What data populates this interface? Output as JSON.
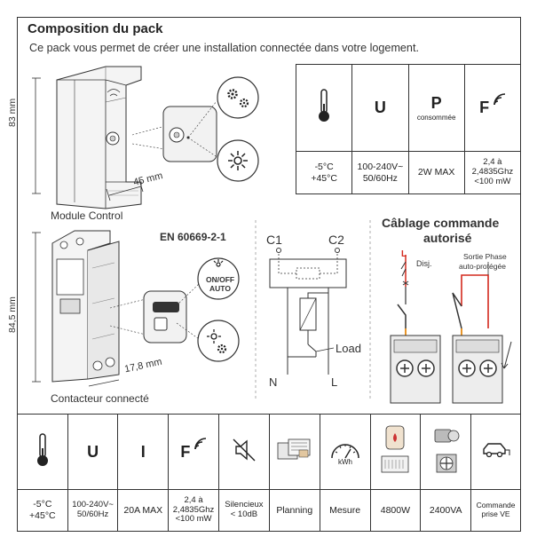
{
  "title": "Composition du pack",
  "subtitle": "Ce pack vous permet de créer une installation connectée dans votre logement.",
  "module": {
    "height_label": "83 mm",
    "depth_label": "45 mm",
    "caption": "Module Control"
  },
  "contactor": {
    "height_label": "84,5 mm",
    "depth_label": "17,8 mm",
    "caption": "Contacteur connecté",
    "onoff_line1": "ON/OFF",
    "onoff_line2": "AUTO"
  },
  "norm": "EN 60669-2-1",
  "circuit": {
    "c1": "C1",
    "c2": "C2",
    "load": "Load",
    "n": "N",
    "l": "L"
  },
  "wiring": {
    "title_line1": "Câblage commande",
    "title_line2": "autorisé",
    "l_label": "L",
    "disj_label": "Disj.",
    "phase_line1": "Sortie Phase",
    "phase_line2": "auto-protégée"
  },
  "top_table": {
    "headers": [
      {
        "icon": "thermometer-icon",
        "text": ""
      },
      {
        "icon": "",
        "text": "U"
      },
      {
        "icon": "",
        "text": "P",
        "sub": "consommée"
      },
      {
        "icon": "wifi-icon",
        "text": "F"
      }
    ],
    "values": [
      "-5°C\n+45°C",
      "100-240V~\n50/60Hz",
      "2W MAX",
      "2,4 à\n2,4835Ghz\n<100 mW"
    ]
  },
  "bottom_table": {
    "headers": [
      {
        "icon": "thermometer-icon",
        "text": ""
      },
      {
        "icon": "",
        "text": "U"
      },
      {
        "icon": "",
        "text": "I"
      },
      {
        "icon": "wifi-icon",
        "text": "F"
      },
      {
        "icon": "mute-icon",
        "text": ""
      },
      {
        "icon": "planning-icon",
        "text": ""
      },
      {
        "icon": "meter-icon",
        "text": "kWh"
      },
      {
        "icon": "water-heater-icon",
        "text": ""
      },
      {
        "icon": "motor-icon",
        "text": ""
      },
      {
        "icon": "car-icon",
        "text": ""
      }
    ],
    "values": [
      "-5°C\n+45°C",
      "100-240V~\n50/60Hz",
      "20A MAX",
      "2,4 à\n2,4835Ghz\n<100 mW",
      "Silencieux\n< 10dB",
      "Planning",
      "Mesure",
      "4800W",
      "2400VA",
      "Commande\nprise VE"
    ]
  },
  "colors": {
    "border": "#333333",
    "red": "#d42a1e",
    "orange": "#e8962a",
    "gray_fill": "#e8e8e8"
  }
}
